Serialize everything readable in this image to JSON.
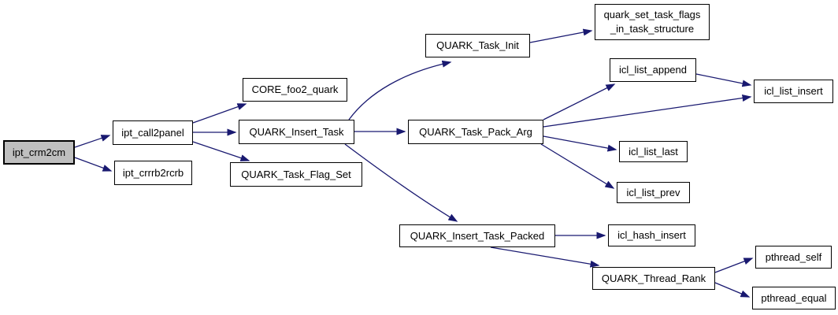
{
  "diagram": {
    "type": "call-graph",
    "background_color": "#ffffff",
    "edge_color": "#191970",
    "node_fill_color": "#ffffff",
    "node_border_color": "#000000",
    "root_node_fill_color": "#bfbfbf",
    "root_node": "ipt_crm2cm",
    "nodes": [
      {
        "id": "ipt_crm2cm",
        "label": "ipt_crm2cm",
        "root": true
      },
      {
        "id": "ipt_call2panel",
        "label": "ipt_call2panel",
        "root": false
      },
      {
        "id": "ipt_crrrb2rcrb",
        "label": "ipt_crrrb2rcrb",
        "root": false
      },
      {
        "id": "CORE_foo2_quark",
        "label": "CORE_foo2_quark",
        "root": false
      },
      {
        "id": "QUARK_Insert_Task",
        "label": "QUARK_Insert_Task",
        "root": false
      },
      {
        "id": "QUARK_Task_Flag_Set",
        "label": "QUARK_Task_Flag_Set",
        "root": false
      },
      {
        "id": "QUARK_Task_Init",
        "label": "QUARK_Task_Init",
        "root": false
      },
      {
        "id": "quark_set_task_flags_in_task_structure",
        "label": "quark_set_task_flags\n_in_task_structure",
        "root": false
      },
      {
        "id": "icl_list_append",
        "label": "icl_list_append",
        "root": false
      },
      {
        "id": "QUARK_Task_Pack_Arg",
        "label": "QUARK_Task_Pack_Arg",
        "root": false
      },
      {
        "id": "icl_list_insert",
        "label": "icl_list_insert",
        "root": false
      },
      {
        "id": "icl_list_last",
        "label": "icl_list_last",
        "root": false
      },
      {
        "id": "icl_list_prev",
        "label": "icl_list_prev",
        "root": false
      },
      {
        "id": "QUARK_Insert_Task_Packed",
        "label": "QUARK_Insert_Task_Packed",
        "root": false
      },
      {
        "id": "icl_hash_insert",
        "label": "icl_hash_insert",
        "root": false
      },
      {
        "id": "QUARK_Thread_Rank",
        "label": "QUARK_Thread_Rank",
        "root": false
      },
      {
        "id": "pthread_self",
        "label": "pthread_self",
        "root": false
      },
      {
        "id": "pthread_equal",
        "label": "pthread_equal",
        "root": false
      }
    ],
    "edges": [
      {
        "from": "ipt_crm2cm",
        "to": "ipt_call2panel"
      },
      {
        "from": "ipt_crm2cm",
        "to": "ipt_crrrb2rcrb"
      },
      {
        "from": "ipt_call2panel",
        "to": "CORE_foo2_quark"
      },
      {
        "from": "ipt_call2panel",
        "to": "QUARK_Insert_Task"
      },
      {
        "from": "ipt_call2panel",
        "to": "QUARK_Task_Flag_Set"
      },
      {
        "from": "QUARK_Insert_Task",
        "to": "QUARK_Task_Init"
      },
      {
        "from": "QUARK_Insert_Task",
        "to": "QUARK_Task_Pack_Arg"
      },
      {
        "from": "QUARK_Insert_Task",
        "to": "QUARK_Insert_Task_Packed"
      },
      {
        "from": "QUARK_Task_Init",
        "to": "quark_set_task_flags_in_task_structure"
      },
      {
        "from": "QUARK_Task_Pack_Arg",
        "to": "icl_list_append"
      },
      {
        "from": "QUARK_Task_Pack_Arg",
        "to": "icl_list_insert"
      },
      {
        "from": "QUARK_Task_Pack_Arg",
        "to": "icl_list_last"
      },
      {
        "from": "QUARK_Task_Pack_Arg",
        "to": "icl_list_prev"
      },
      {
        "from": "icl_list_append",
        "to": "icl_list_insert"
      },
      {
        "from": "QUARK_Insert_Task_Packed",
        "to": "icl_hash_insert"
      },
      {
        "from": "QUARK_Insert_Task_Packed",
        "to": "QUARK_Thread_Rank"
      },
      {
        "from": "QUARK_Thread_Rank",
        "to": "pthread_self"
      },
      {
        "from": "QUARK_Thread_Rank",
        "to": "pthread_equal"
      }
    ]
  }
}
